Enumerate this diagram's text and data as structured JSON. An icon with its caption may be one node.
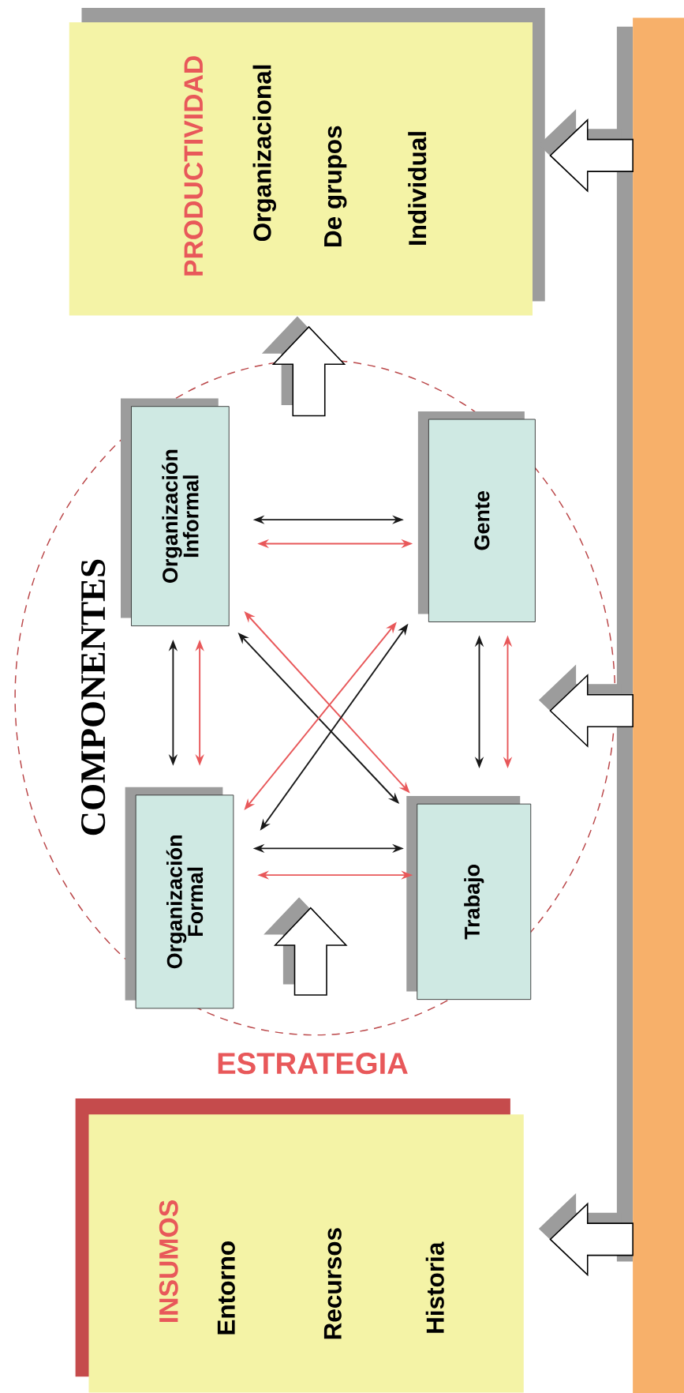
{
  "diagram": {
    "nodes": [
      {
        "text": [
          "PRODUCTIVIDAD",
          "Organizacional",
          "De grupos",
          "Individual"
        ]
      },
      {
        "text": [
          "COMPONENTES"
        ]
      },
      {
        "text": [
          "Organización Informal"
        ],
        "in": 1
      },
      {
        "text": [
          "Gente"
        ],
        "in": 1
      },
      {
        "text": [
          "Organización Formal"
        ],
        "in": 1
      },
      {
        "text": [
          "Trabajo"
        ],
        "in": 1
      },
      {
        "text": [
          "INSUMOS",
          "Entorno",
          "Recursos",
          "Historia"
        ]
      },
      {
        "text": [],
        "shape": "bar"
      }
    ],
    "edges": [
      {
        "from": 7,
        "to": 0,
        "arrow": "to",
        "style": "thick"
      },
      {
        "from": 7,
        "to": 1,
        "arrow": "to",
        "style": "thick"
      },
      {
        "from": 7,
        "to": 6,
        "arrow": "to",
        "style": "thick"
      },
      {
        "from": 1,
        "to": 0,
        "arrow": "to",
        "style": "thick"
      },
      {
        "from": 2,
        "to": 3,
        "arrow": "both"
      },
      {
        "from": 2,
        "to": 3,
        "arrow": "both",
        "color": "#e8585a"
      },
      {
        "from": 4,
        "to": 5,
        "arrow": "both"
      },
      {
        "from": 4,
        "to": 5,
        "arrow": "both",
        "color": "#e8585a"
      },
      {
        "from": 2,
        "to": 4,
        "arrow": "both"
      },
      {
        "from": 2,
        "to": 4,
        "arrow": "both",
        "color": "#e8585a"
      },
      {
        "from": 3,
        "to": 5,
        "arrow": "both"
      },
      {
        "from": 3,
        "to": 5,
        "arrow": "both",
        "color": "#e8585a"
      },
      {
        "from": 2,
        "to": 5,
        "arrow": "both"
      },
      {
        "from": 2,
        "to": 5,
        "arrow": "both",
        "color": "#e8585a"
      },
      {
        "from": 4,
        "to": 3,
        "arrow": "both"
      },
      {
        "from": 4,
        "to": 3,
        "arrow": "both",
        "color": "#e8585a"
      }
    ],
    "labels": [
      "ESTRATEGIA"
    ]
  }
}
